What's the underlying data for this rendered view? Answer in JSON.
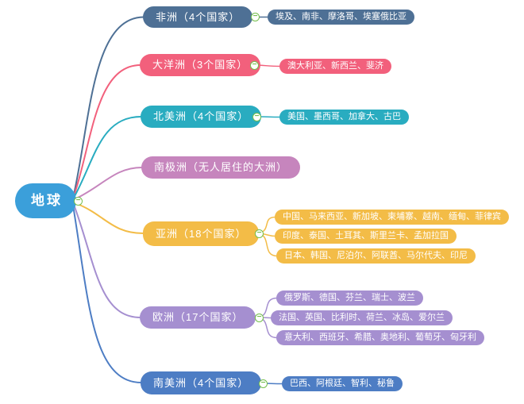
{
  "root": {
    "label": "地球",
    "color": "#3b9fda"
  },
  "collapse": {
    "glyph": "−",
    "color": "#74bf4b"
  },
  "branches": [
    {
      "label": "非洲（4个国家）",
      "color": "#4e7095",
      "children": [
        "埃及、南非、摩洛哥、埃塞俄比亚"
      ]
    },
    {
      "label": "大洋洲（3个国家）",
      "color": "#f2607c",
      "children": [
        "澳大利亚、新西兰、斐济"
      ]
    },
    {
      "label": "北美洲（4个国家）",
      "color": "#29acc0",
      "children": [
        "美国、墨西哥、加拿大、古巴"
      ]
    },
    {
      "label": "南极洲（无人居住的大洲）",
      "color": "#c685bd",
      "children": []
    },
    {
      "label": "亚洲（18个国家）",
      "color": "#f3bc47",
      "children": [
        "中国、马来西亚、新加坡、柬埔寨、越南、缅甸、菲律宾",
        "印度、泰国、土耳其、斯里兰卡、孟加拉国",
        "日本、韩国、尼泊尔、阿联酋、马尔代夫、印尼"
      ]
    },
    {
      "label": "欧洲（17个国家）",
      "color": "#a58fd0",
      "children": [
        "俄罗斯、德国、芬兰、瑞士、波兰",
        "法国、英国、比利时、荷兰、冰岛、爱尔兰",
        "意大利、西班牙、希腊、奥地利、葡萄牙、匈牙利"
      ]
    },
    {
      "label": "南美洲（4个国家）",
      "color": "#4d7dc4",
      "children": [
        "巴西、阿根廷、智利、秘鲁"
      ]
    }
  ]
}
